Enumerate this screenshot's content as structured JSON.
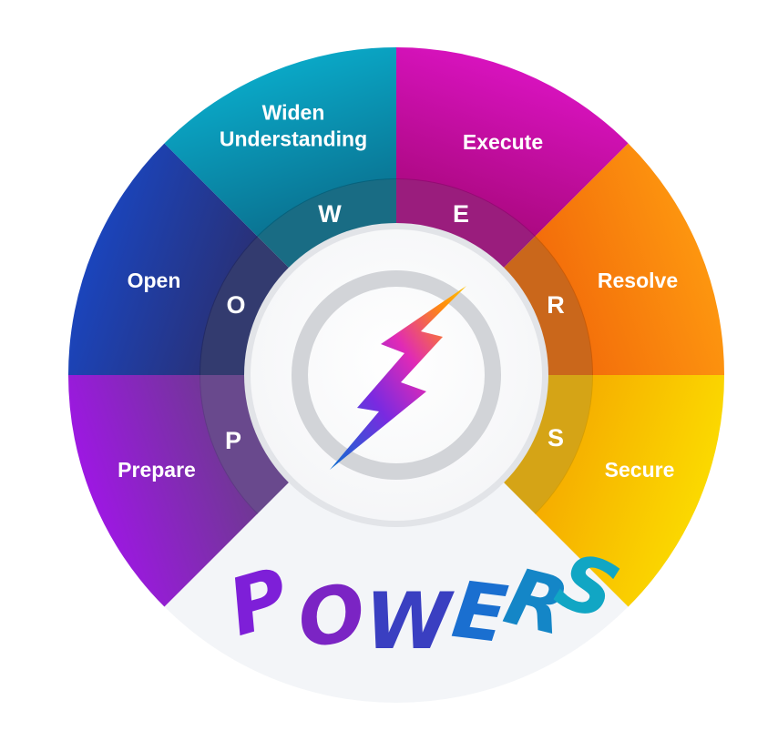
{
  "segments": [
    {
      "key": "open",
      "label": [
        "Open"
      ],
      "letter": "O",
      "colors": [
        "#1848c8",
        "#2a2f72"
      ],
      "inner": "#232a63"
    },
    {
      "key": "widen",
      "label": [
        "Widen",
        "Understanding"
      ],
      "letter": "W",
      "colors": [
        "#0ab0cf",
        "#0a6f8e"
      ],
      "inner": "#07607a"
    },
    {
      "key": "execute",
      "label": [
        "Execute"
      ],
      "letter": "E",
      "colors": [
        "#df14c8",
        "#a8087c"
      ],
      "inner": "#930a72"
    },
    {
      "key": "resolve",
      "label": [
        "Resolve"
      ],
      "letter": "R",
      "colors": [
        "#ff9d10",
        "#f2690a"
      ],
      "inner": "#c75a08"
    },
    {
      "key": "secure",
      "label": [
        "Secure"
      ],
      "letter": "S",
      "colors": [
        "#fce100",
        "#f5a800"
      ],
      "inner": "#d39c02"
    },
    {
      "key": "prepare",
      "label": [
        "Prepare"
      ],
      "letter": "P",
      "colors": [
        "#a512f0",
        "#6b3b8c"
      ],
      "inner": "#5d3a83"
    }
  ],
  "title": "POWERS",
  "title_colors": [
    "#7e1fd8",
    "#7b24c4",
    "#3a3fc1",
    "#1a6fd0",
    "#1486c7",
    "#11a6c4"
  ],
  "center_icon": "lightning-bolt-icon"
}
